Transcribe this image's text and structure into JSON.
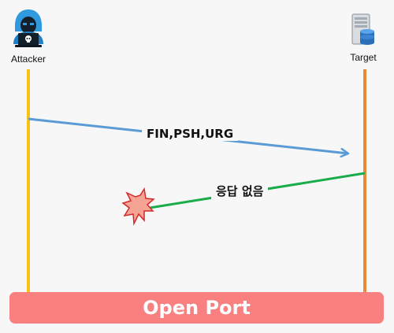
{
  "participants": {
    "attacker": {
      "label": "Attacker",
      "icon": "hacker-icon"
    },
    "target": {
      "label": "Target",
      "icon": "server-database-icon"
    }
  },
  "messages": [
    {
      "label": "FIN,PSH,URG",
      "from": "attacker",
      "to": "target",
      "color": "#5b9bd5"
    },
    {
      "label": "응답 없음",
      "from": "target",
      "to": "attacker",
      "color": "#1aab4a",
      "terminated": true
    }
  ],
  "lifelines": {
    "attacker_color": "#f9c115",
    "target_color": "#ed8a3a"
  },
  "banner": {
    "label": "Open Port",
    "color": "#f98080"
  },
  "explosion_color": "#f5a392"
}
